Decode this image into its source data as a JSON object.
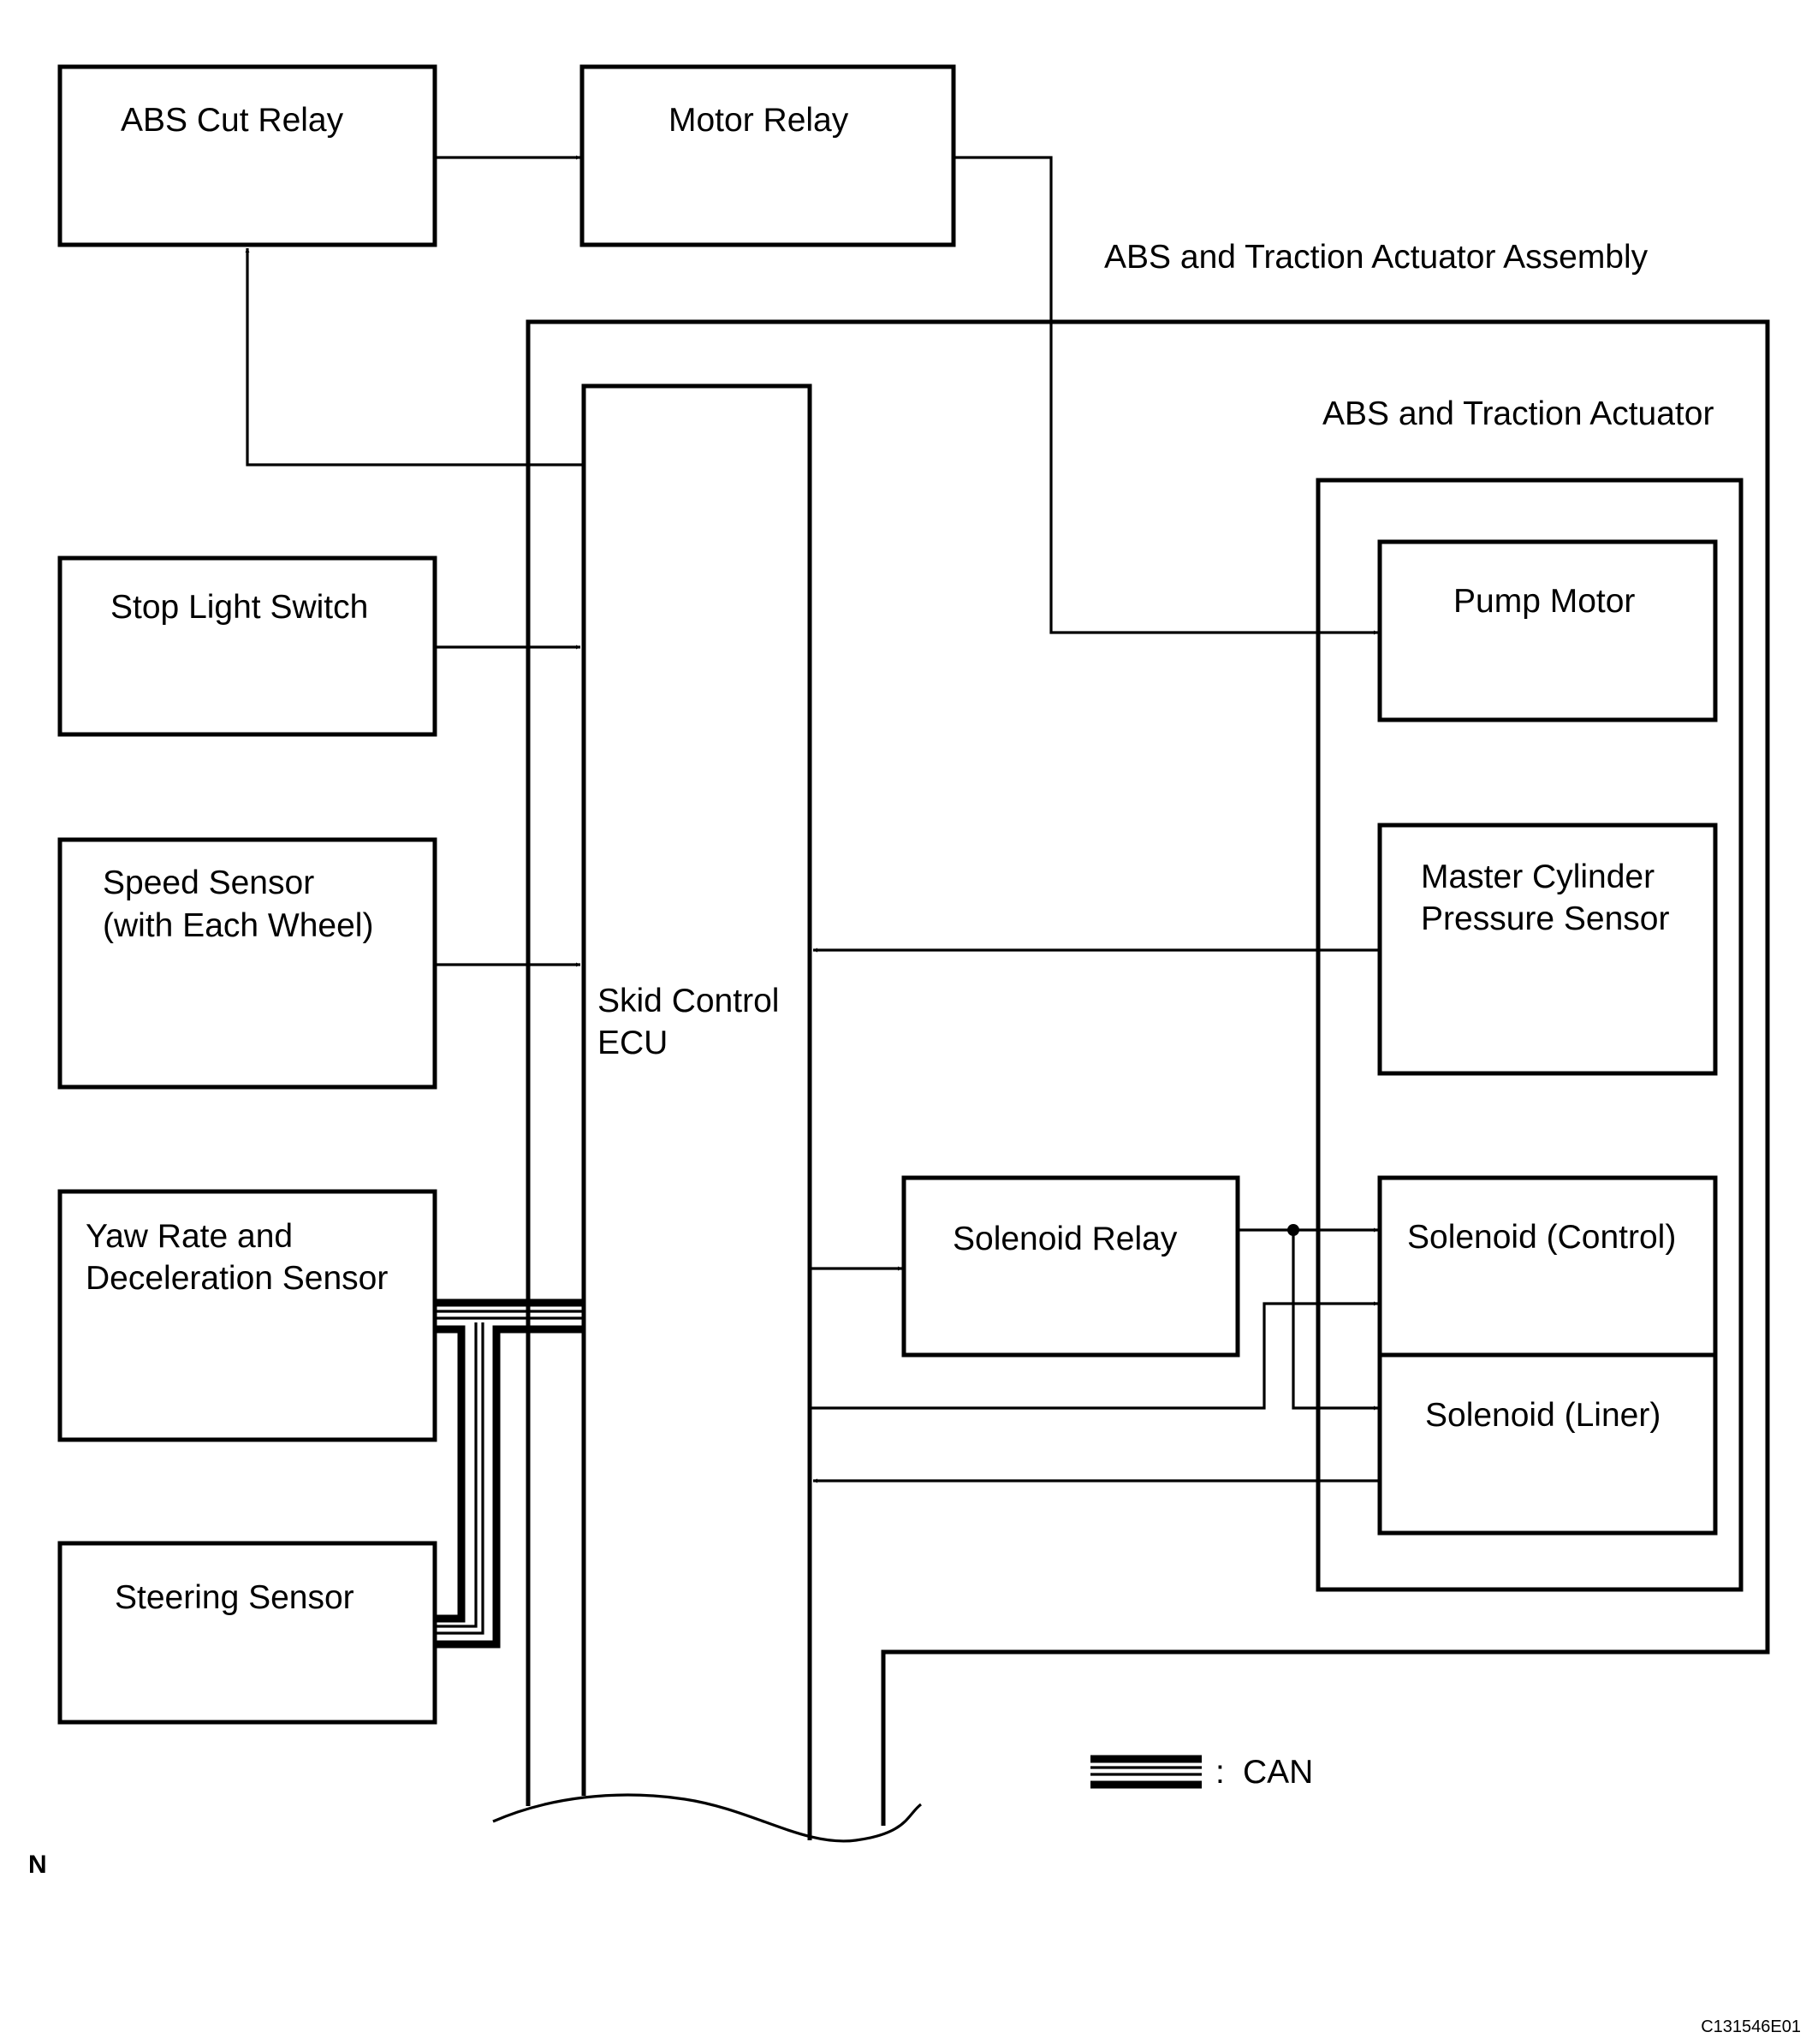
{
  "boxes": {
    "abs_cut_relay": "ABS Cut Relay",
    "motor_relay": "Motor Relay",
    "stop_light_switch": "Stop Light Switch",
    "speed_sensor": [
      "Speed Sensor",
      "(with Each Wheel)"
    ],
    "yaw_rate_sensor": [
      "Yaw Rate and",
      "Deceleration Sensor"
    ],
    "steering_sensor": "Steering Sensor",
    "skid_control_ecu": [
      "Skid Control",
      "ECU"
    ],
    "solenoid_relay": "Solenoid Relay",
    "pump_motor": "Pump Motor",
    "master_cylinder_sensor": [
      "Master Cylinder",
      "Pressure Sensor"
    ],
    "solenoid_control": "Solenoid (Control)",
    "solenoid_liner": "Solenoid (Liner)"
  },
  "groups": {
    "actuator_assembly": "ABS and Traction Actuator Assembly",
    "actuator": "ABS and Traction Actuator"
  },
  "legend": {
    "separator": ":",
    "can_label": "CAN"
  },
  "corner_mark": "N",
  "figure_code": "C131546E01"
}
